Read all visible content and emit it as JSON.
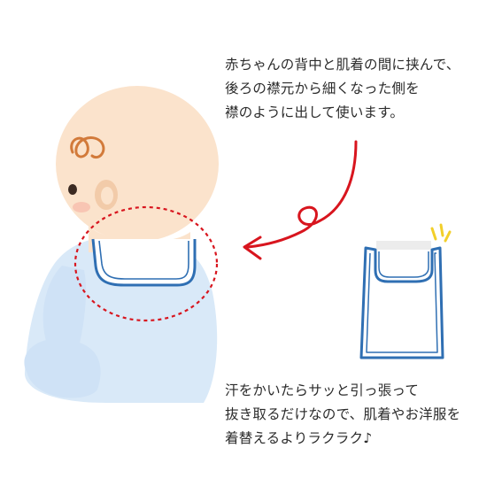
{
  "instructions": {
    "top_lines": [
      "赤ちゃんの背中と肌着の間に挟んで、",
      "後ろの襟元から細くなった側を",
      "襟のように出して使います。"
    ],
    "bottom_lines": [
      "汗をかいたらサッと引っ張って",
      "抜き取るだけなので、肌着やお洋服を",
      "着替えるよりラクラク♪"
    ]
  },
  "colors": {
    "arrow_red": "#d8151e",
    "circle_red": "#d8151e",
    "pad_blue": "#2f6fb3",
    "onesie_blue": "#d9e9f8",
    "skin": "#fbe3cc",
    "skin_dark": "#f2cba9",
    "hair": "#d27a3a",
    "sparkle_yellow": "#f2cf2a"
  },
  "icons": {
    "baby": "baby-illustration-icon",
    "pad": "sweat-pad-icon",
    "arrow": "curved-arrow-icon",
    "highlight": "dashed-circle-icon",
    "sparkle": "sparkle-icon"
  }
}
